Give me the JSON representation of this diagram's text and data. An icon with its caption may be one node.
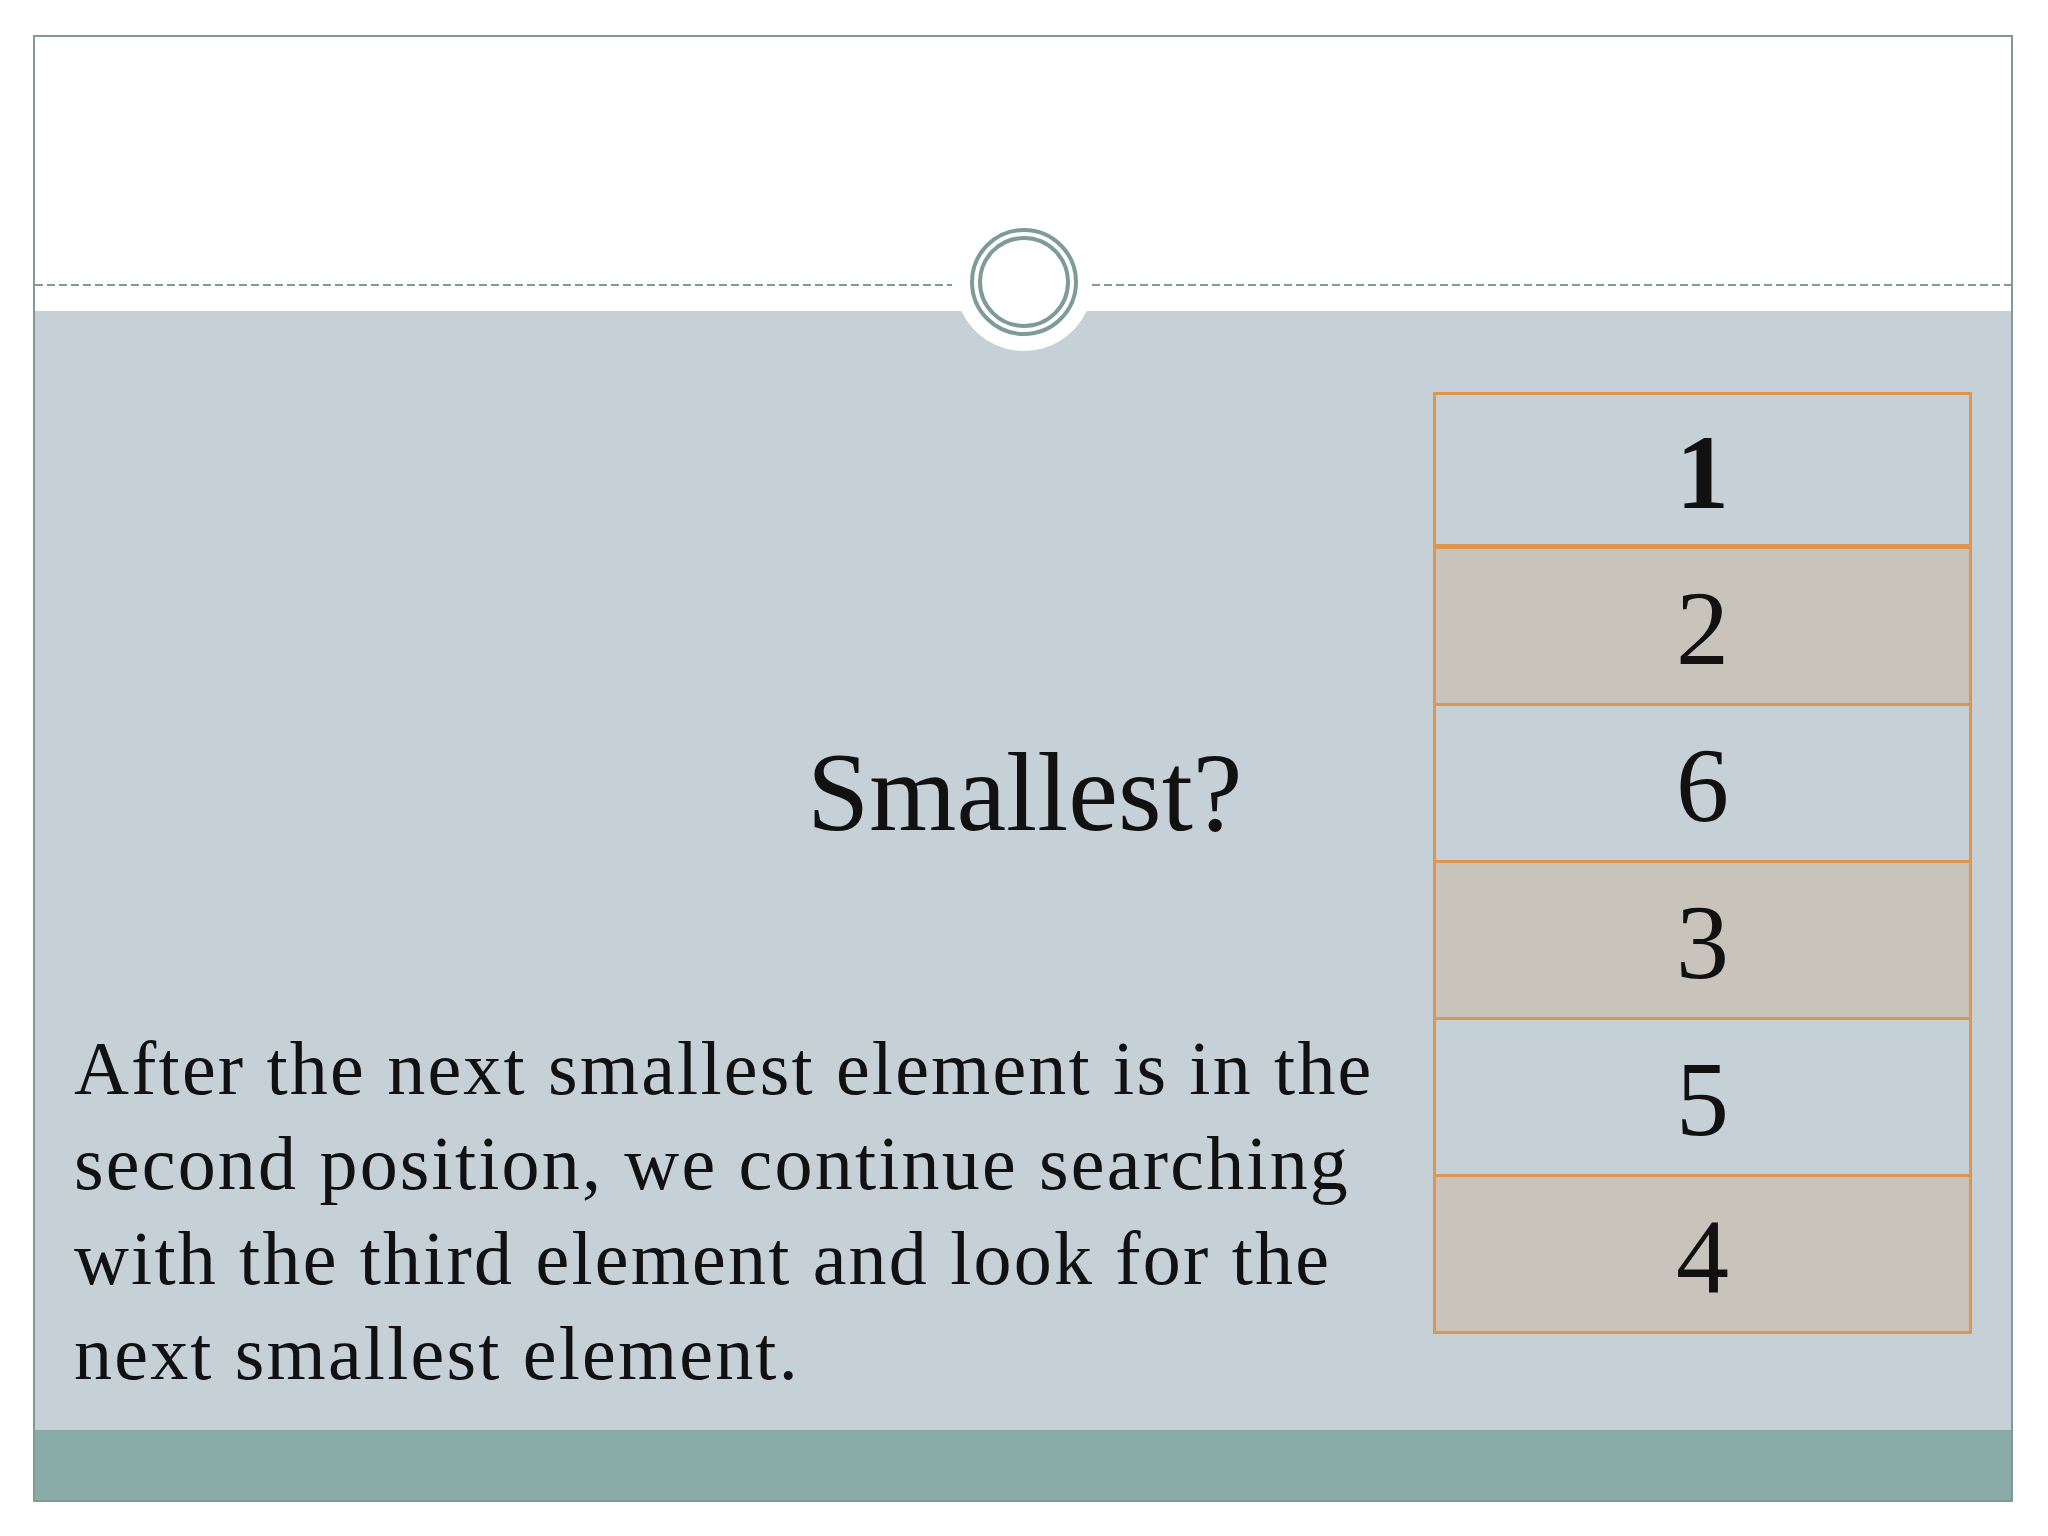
{
  "diagram": {
    "nodes": [
      {
        "text": [
          "1"
        ]
      },
      {
        "text": [
          "2"
        ]
      },
      {
        "text": [
          "6"
        ]
      },
      {
        "text": [
          "3"
        ]
      },
      {
        "text": [
          "5"
        ]
      },
      {
        "text": [
          "4"
        ]
      }
    ],
    "labels": [
      "Smallest?",
      "After the next smallest element is in the second position, we continue searching with the third element and look for the next smallest element."
    ]
  }
}
